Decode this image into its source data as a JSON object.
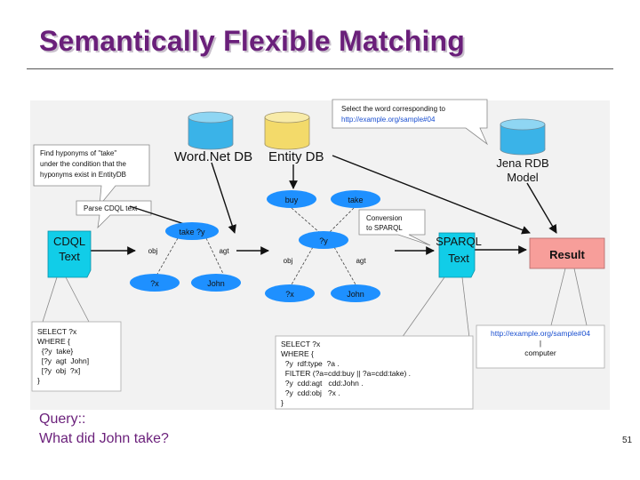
{
  "slide": {
    "title": "Semantically Flexible Matching",
    "query_label": "Query::",
    "query_text": "What did John take?",
    "page_number": "51"
  },
  "diagram": {
    "databases": {
      "wordnet": "Word.Net DB",
      "entity": "Entity DB",
      "jena_line1": "Jena RDB",
      "jena_line2": "Model"
    },
    "callouts": {
      "hyponyms": [
        "Find hyponyms of \"take\"",
        "under the condition that the",
        "hyponyms exist in EntityDB"
      ],
      "select_word": [
        "Select the word corresponding to",
        "http://example.org/sample#04"
      ],
      "parse_cdql": "Parse CDQL text",
      "conversion": [
        "Conversion",
        "to SPARQL"
      ]
    },
    "nodes": {
      "cdql": [
        "CDQL",
        "Text"
      ],
      "sparql": [
        "SPARQL",
        "Text"
      ],
      "result": "Result",
      "take_y": "take ?y",
      "x_left": "?x",
      "john_left": "John",
      "buy": "buy",
      "take": "take",
      "y_mid": "?y",
      "x_mid": "?x",
      "john_mid": "John"
    },
    "edge_labels": {
      "obj_left": "obj",
      "agt_left": "agt",
      "obj_mid": "obj",
      "agt_mid": "agt"
    },
    "code": {
      "cdql_query": [
        "SELECT ?x",
        "WHERE {",
        "  {?y  take}",
        "  [?y  agt  John]",
        "  [?y  obj  ?x]",
        "}"
      ],
      "sparql_query": [
        "SELECT ?x",
        "WHERE {",
        "  ?y  rdf:type  ?a .",
        "  FILTER (?a=cdd:buy || ?a=cdd:take) .",
        "  ?y  cdd:agt   cdd:John .",
        "  ?y  cdd:obj   ?x .",
        "}"
      ]
    },
    "result_box": [
      "http://example.org/sample#04",
      "|",
      "computer"
    ],
    "colors": {
      "title": "#6a1f7a",
      "cyan_node": "#11cde8",
      "blue_node": "#1e90ff",
      "db_blue": "#3ab3e8",
      "db_yellow": "#f3da6a",
      "result": "#f79e9a",
      "panel": "#f2f2f2"
    }
  }
}
